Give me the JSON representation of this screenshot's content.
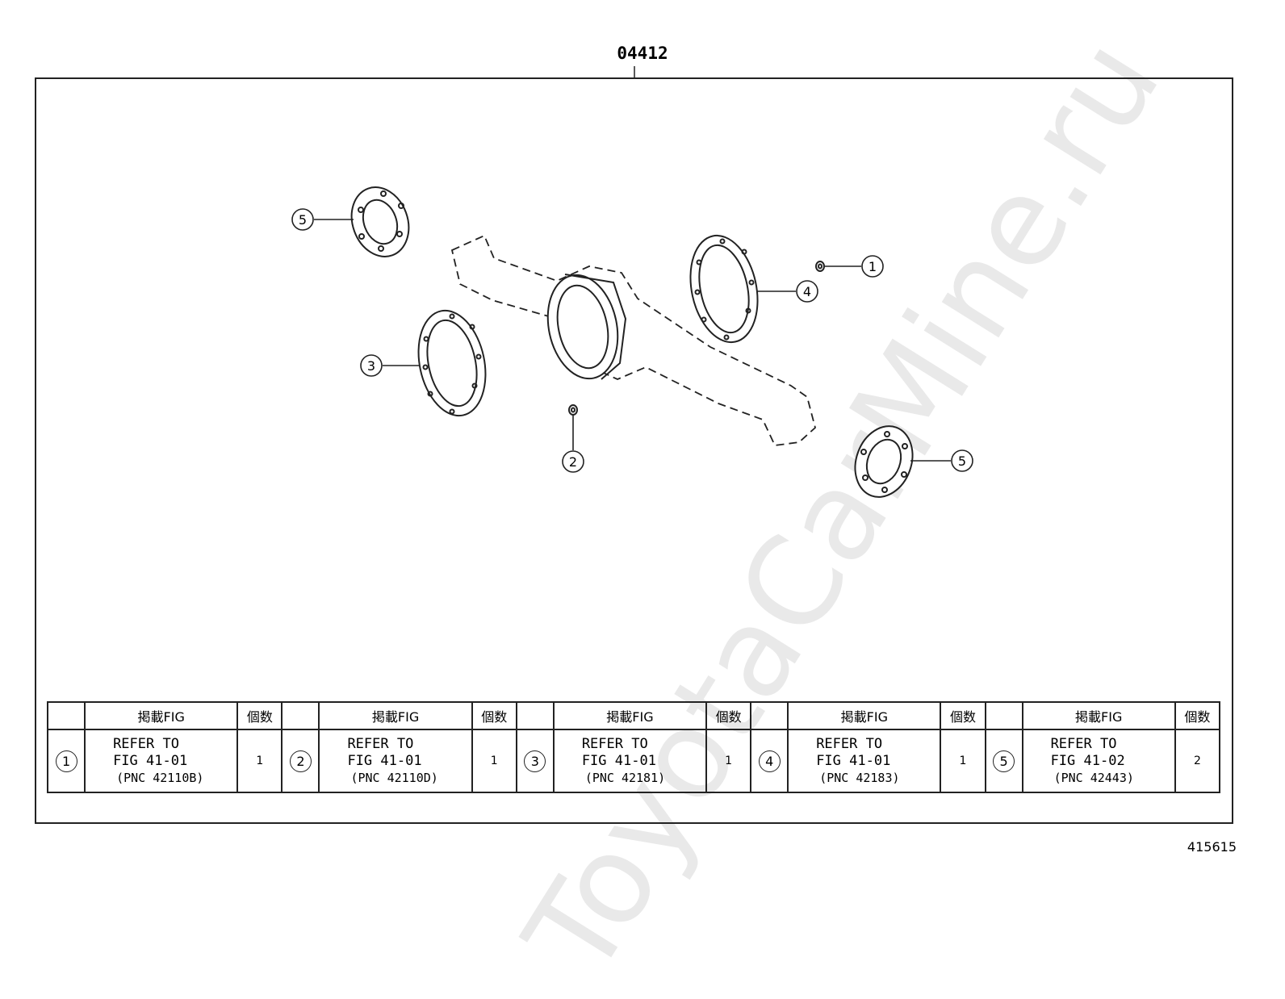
{
  "header": {
    "group_code": "04412"
  },
  "footer": {
    "illustration_number": "415615"
  },
  "watermark": {
    "text": "ToyotaCarMine.ru"
  },
  "callouts": [
    "1",
    "2",
    "3",
    "4",
    "5",
    "5"
  ],
  "table": {
    "header_label": "掲載FIG",
    "qty_label": "個数",
    "rows": [
      {
        "no": "1",
        "line1": "REFER TO",
        "line2": "FIG 41-01",
        "line3": "(PNC 42110B)",
        "qty": "1"
      },
      {
        "no": "2",
        "line1": "REFER TO",
        "line2": "FIG 41-01",
        "line3": "(PNC 42110D)",
        "qty": "1"
      },
      {
        "no": "3",
        "line1": "REFER TO",
        "line2": "FIG 41-01",
        "line3": "(PNC 42181)",
        "qty": "1"
      },
      {
        "no": "4",
        "line1": "REFER TO",
        "line2": "FIG 41-01",
        "line3": "(PNC 42183)",
        "qty": "1"
      },
      {
        "no": "5",
        "line1": "REFER TO",
        "line2": "FIG 41-02",
        "line3": "(PNC 42443)",
        "qty": "2"
      }
    ]
  }
}
